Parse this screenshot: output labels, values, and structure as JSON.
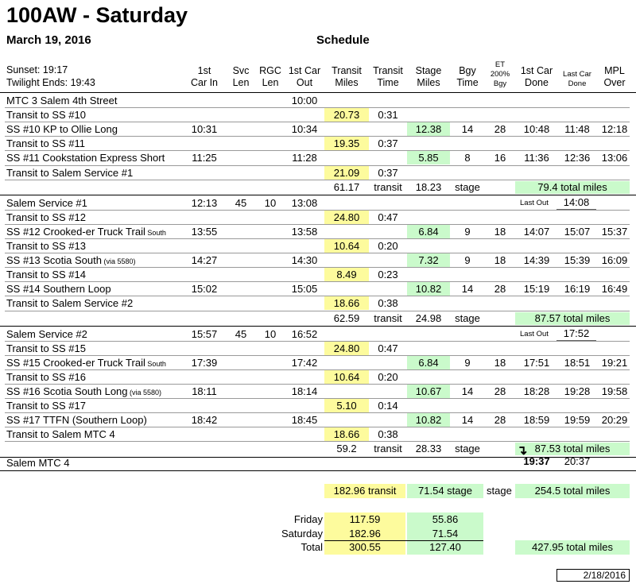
{
  "title": "100AW - Saturday",
  "date": "March 19, 2016",
  "schedule_title": "Schedule",
  "sunset": "Sunset: 19:17",
  "twilight": "Twilight Ends: 19:43",
  "headers": {
    "car_in": [
      "1st",
      "Car In"
    ],
    "svc_len": [
      "Svc",
      "Len"
    ],
    "rgc_len": [
      "RGC",
      "Len"
    ],
    "car_out": [
      "1st Car",
      "Out"
    ],
    "transit_miles": [
      "Transit",
      "Miles"
    ],
    "transit_time": [
      "Transit",
      "Time"
    ],
    "stage_miles": [
      "Stage",
      "Miles"
    ],
    "bgy_time": [
      "Bgy",
      "Time"
    ],
    "et": [
      "ET",
      "200%",
      "Bgy"
    ],
    "car_done": [
      "1st Car",
      "Done"
    ],
    "last_car_done": [
      "Last Car",
      "Done"
    ],
    "mpl_over": [
      "MPL",
      "Over"
    ]
  },
  "rows": [
    {
      "label": "MTC 3 Salem 4th Street",
      "out": "10:00"
    },
    {
      "label": "Transit to SS #10",
      "tmiles": "20.73",
      "ttime": "0:31"
    },
    {
      "label": "SS #10 KP to Ollie Long",
      "in": "10:31",
      "out": "10:34",
      "smiles": "12.38",
      "bgy": "14",
      "et": "28",
      "done": "10:48",
      "lastdone": "11:48",
      "mpl": "12:18"
    },
    {
      "label": "Transit to SS #11",
      "tmiles": "19.35",
      "ttime": "0:37"
    },
    {
      "label": "SS #11 Cookstation Express Short",
      "in": "11:25",
      "out": "11:28",
      "smiles": "5.85",
      "bgy": "8",
      "et": "16",
      "done": "11:36",
      "lastdone": "12:36",
      "mpl": "13:06"
    },
    {
      "label": "Transit to Salem Service #1",
      "tmiles": "21.09",
      "ttime": "0:37"
    },
    {
      "label": "",
      "tmiles_plain": "61.17",
      "ttime": "transit",
      "smiles_plain": "18.23",
      "bgy": "stage",
      "total": "79.4 total miles"
    },
    {
      "label": "Salem Service #1",
      "in": "12:13",
      "svc": "45",
      "rgc": "10",
      "out": "13:08",
      "lastout_label": "Last Out",
      "lastout": "14:08"
    },
    {
      "label": "Transit to SS #12",
      "tmiles": "24.80",
      "ttime": "0:47"
    },
    {
      "label": "SS #12 Crooked-er Truck Trail",
      "suffix": "South",
      "in": "13:55",
      "out": "13:58",
      "smiles": "6.84",
      "bgy": "9",
      "et": "18",
      "done": "14:07",
      "lastdone": "15:07",
      "mpl": "15:37"
    },
    {
      "label": "Transit to SS #13",
      "tmiles": "10.64",
      "ttime": "0:20"
    },
    {
      "label": "SS #13 Scotia South",
      "suffix": "(via 5580)",
      "in": "14:27",
      "out": "14:30",
      "smiles": "7.32",
      "bgy": "9",
      "et": "18",
      "done": "14:39",
      "lastdone": "15:39",
      "mpl": "16:09"
    },
    {
      "label": "Transit to SS #14",
      "tmiles": "8.49",
      "ttime": "0:23"
    },
    {
      "label": "SS #14 Southern Loop",
      "in": "15:02",
      "out": "15:05",
      "smiles": "10.82",
      "bgy": "14",
      "et": "28",
      "done": "15:19",
      "lastdone": "16:19",
      "mpl": "16:49"
    },
    {
      "label": "Transit to Salem Service #2",
      "tmiles": "18.66",
      "ttime": "0:38"
    },
    {
      "label": "",
      "tmiles_plain": "62.59",
      "ttime": "transit",
      "smiles_plain": "24.98",
      "bgy": "stage",
      "total": "87.57 total miles"
    },
    {
      "label": "Salem Service #2",
      "in": "15:57",
      "svc": "45",
      "rgc": "10",
      "out": "16:52",
      "lastout_label": "Last Out",
      "lastout": "17:52"
    },
    {
      "label": "Transit to SS #15",
      "tmiles": "24.80",
      "ttime": "0:47"
    },
    {
      "label": "SS #15 Crooked-er Truck Trail",
      "suffix": "South",
      "in": "17:39",
      "out": "17:42",
      "smiles": "6.84",
      "bgy": "9",
      "et": "18",
      "done": "17:51",
      "lastdone": "18:51",
      "mpl": "19:21"
    },
    {
      "label": "Transit to SS #16",
      "tmiles": "10.64",
      "ttime": "0:20"
    },
    {
      "label": "SS #16 Scotia South Long",
      "suffix": "(via 5580)",
      "in": "18:11",
      "out": "18:14",
      "smiles": "10.67",
      "bgy": "14",
      "et": "28",
      "done": "18:28",
      "lastdone": "19:28",
      "mpl": "19:58"
    },
    {
      "label": "Transit to SS #17",
      "tmiles": "5.10",
      "ttime": "0:14"
    },
    {
      "label": "SS #17 TTFN (Southern Loop)",
      "in": "18:42",
      "out": "18:45",
      "smiles": "10.82",
      "bgy": "14",
      "et": "28",
      "done": "18:59",
      "lastdone": "19:59",
      "mpl": "20:29"
    },
    {
      "label": "Transit to Salem MTC 4",
      "tmiles": "18.66",
      "ttime": "0:38"
    },
    {
      "label": "",
      "tmiles_plain": "59.2",
      "ttime": "transit",
      "smiles_plain": "28.33",
      "bgy": "stage",
      "total": "87.53 total miles"
    }
  ],
  "final": {
    "label": "Salem MTC 4",
    "done": "19:37",
    "lastdone": "20:37"
  },
  "summary": {
    "transit": "182.96 transit",
    "stage": "71.54 stage",
    "stage_word": "stage",
    "total": "254.5 total miles"
  },
  "totals": [
    {
      "label": "Friday",
      "transit": "117.59",
      "stage": "55.86"
    },
    {
      "label": "Saturday",
      "transit": "182.96",
      "stage": "71.54"
    },
    {
      "label": "Total",
      "transit": "300.55",
      "stage": "127.40",
      "total": "427.95 total miles"
    }
  ],
  "stamp": "2/18/2016"
}
